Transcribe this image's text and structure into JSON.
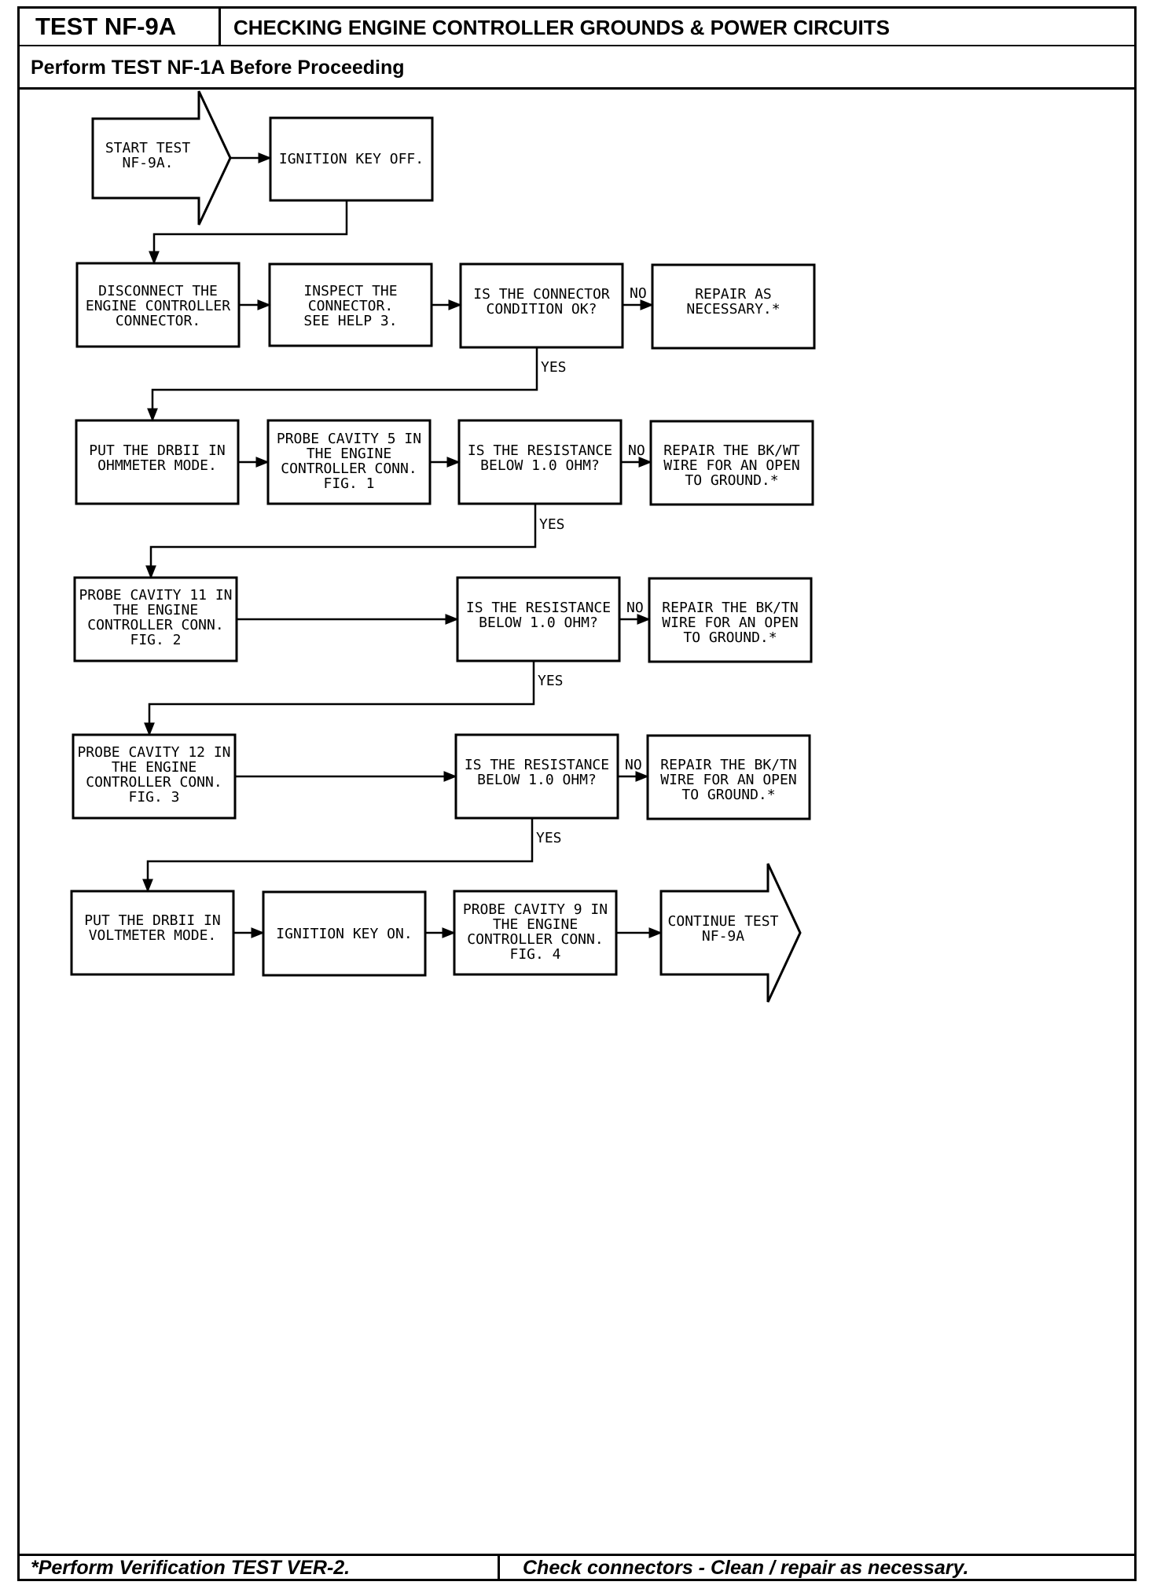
{
  "header": {
    "test_id": "TEST NF-9A",
    "title": "CHECKING ENGINE CONTROLLER GROUNDS & POWER CIRCUITS",
    "prerequisite": "Perform TEST NF-1A Before Proceeding"
  },
  "flowchart": {
    "start": [
      "START TEST",
      "NF-9A."
    ],
    "ignition_off": [
      "IGNITION KEY OFF."
    ],
    "disconnect": [
      "DISCONNECT THE",
      "ENGINE CONTROLLER",
      "CONNECTOR."
    ],
    "inspect": [
      "INSPECT THE",
      "CONNECTOR.",
      "SEE HELP 3."
    ],
    "q_connector": [
      "IS THE CONNECTOR",
      "CONDITION OK?"
    ],
    "repair_necessary": [
      "REPAIR AS",
      "NECESSARY.*"
    ],
    "put_ohmmeter": [
      "PUT THE DRBII IN",
      "OHMMETER MODE."
    ],
    "probe5": [
      "PROBE CAVITY 5 IN",
      "THE ENGINE",
      "CONTROLLER CONN.",
      "",
      "FIG. 1"
    ],
    "q_res1": [
      "IS THE RESISTANCE",
      "BELOW 1.0 OHM?"
    ],
    "repair_bkwt": [
      "REPAIR THE BK/WT",
      "WIRE FOR AN OPEN",
      "TO GROUND.*"
    ],
    "probe11": [
      "PROBE CAVITY 11 IN",
      "THE ENGINE",
      "CONTROLLER CONN.",
      "",
      "FIG. 2"
    ],
    "q_res2": [
      "IS THE RESISTANCE",
      "BELOW 1.0 OHM?"
    ],
    "repair_bktn1": [
      "REPAIR THE BK/TN",
      "WIRE FOR AN OPEN",
      "TO GROUND.*"
    ],
    "probe12": [
      "PROBE CAVITY 12 IN",
      "THE ENGINE",
      "CONTROLLER CONN.",
      "",
      "FIG. 3"
    ],
    "q_res3": [
      "IS THE RESISTANCE",
      "BELOW 1.0 OHM?"
    ],
    "repair_bktn2": [
      "REPAIR THE BK/TN",
      "WIRE FOR AN OPEN",
      "TO GROUND.*"
    ],
    "put_voltmeter": [
      "PUT THE DRBII IN",
      "VOLTMETER MODE."
    ],
    "ignition_on": [
      "IGNITION KEY ON."
    ],
    "probe9": [
      "PROBE CAVITY 9 IN",
      "THE ENGINE",
      "CONTROLLER CONN.",
      "",
      "FIG. 4"
    ],
    "continue": [
      "CONTINUE TEST",
      "NF-9A"
    ],
    "labels": {
      "yes": "YES",
      "no": "NO"
    }
  },
  "footer": {
    "left": "*Perform Verification TEST VER-2.",
    "right": "Check connectors - Clean / repair as necessary."
  }
}
